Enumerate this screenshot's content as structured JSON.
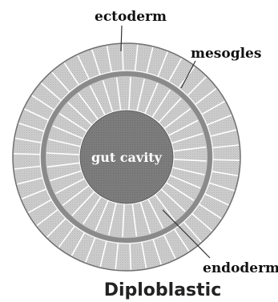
{
  "labels": {
    "ectoderm": "ectoderm",
    "mesogles": "mesogles",
    "gut_cavity": "gut cavity",
    "endoderm": "endoderm"
  },
  "caption": "Diploblastic",
  "colors": {
    "background": "#ffffff",
    "cell_fill": "#c9c9c9",
    "cell_stroke": "#ffffff",
    "mesoglea_band": "#8c8c8c",
    "gut_cavity": "#7a7a7a",
    "outline": "#555555",
    "text_dark": "#111111",
    "text_light": "#ffffff"
  }
}
